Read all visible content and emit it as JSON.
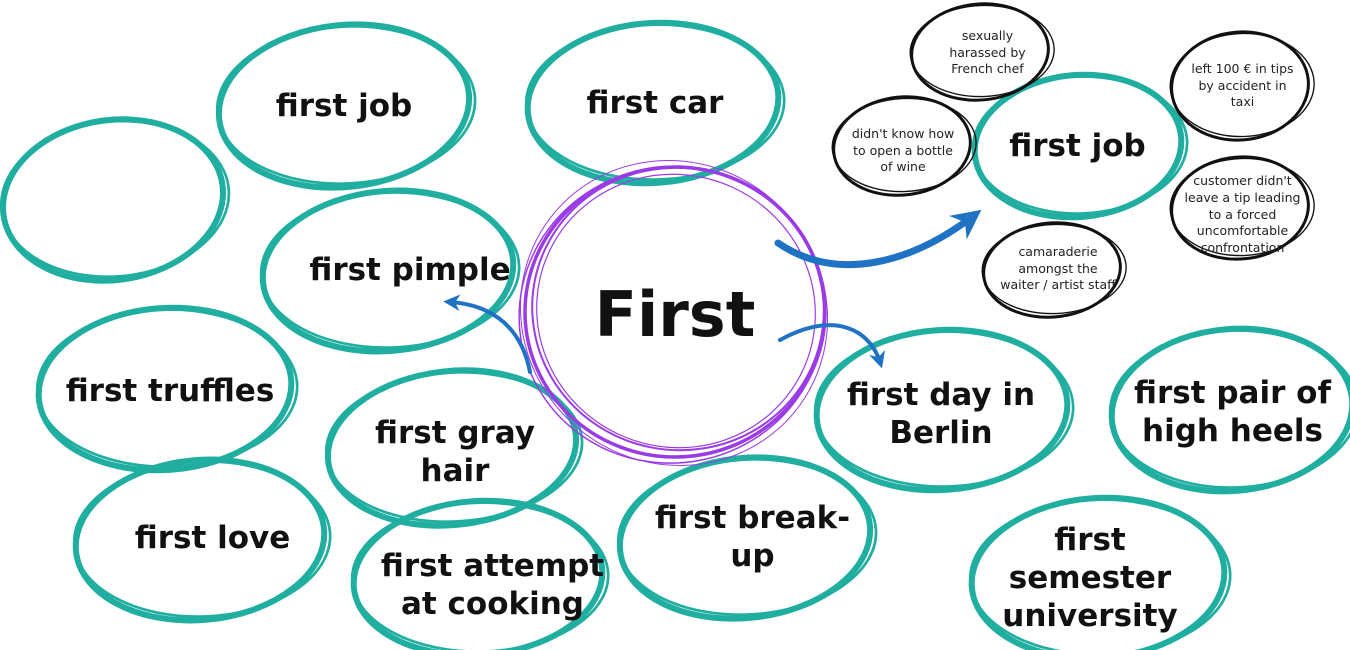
{
  "colors": {
    "teal": "#1fae9f",
    "purple": "#9b3be6",
    "blue": "#1f72c4",
    "black": "#111111"
  },
  "center": {
    "label": "First"
  },
  "bubbles": {
    "job": "first job",
    "car": "first car",
    "pimple": "first pimple",
    "truffles": "first truffles",
    "gray_hair": "first gray\nhair",
    "love": "first love",
    "cooking": "first attempt\nat cooking",
    "breakup": "first break-\nup",
    "berlin": "first day in\nBerlin",
    "heels": "first pair of\nhigh heels",
    "semester": "first\nsemester\nuniversity",
    "empty": ""
  },
  "detail": {
    "title": "first job",
    "notes": {
      "harassed": "sexually\nharassed by\nFrench chef",
      "tips": "left 100 € in tips\nby accident in\ntaxi",
      "wine": "didn't know how\nto open a bottle\nof wine",
      "customer": "customer didn't\nleave a tip leading\nto a forced\nuncomfortable\nconfrontation",
      "camaraderie": "camaraderie\namongst the\nwaiter / artist staff"
    }
  }
}
